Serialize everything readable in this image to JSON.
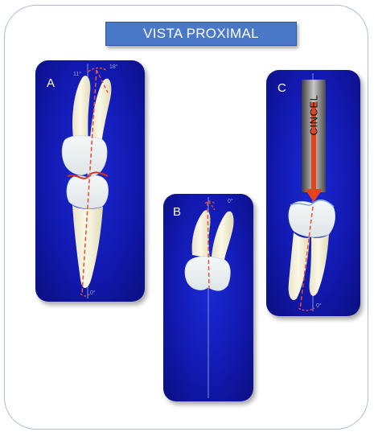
{
  "title": "VISTA PROXIMAL",
  "panels": {
    "a": {
      "label": "A",
      "angle_left": "11°",
      "angle_right": "18°",
      "angle_bottom": "0°"
    },
    "b": {
      "label": "B",
      "angle_top": "0°"
    },
    "c": {
      "label": "C",
      "chisel_label": "CINCEL",
      "angle_bottom": "0°"
    }
  },
  "colors": {
    "panel_blue": "#1219b0",
    "title_blue": "#4a78c9",
    "tooth": "#f6f2dc",
    "axis_dash": "#e8523a",
    "arrow": "#e8421c"
  }
}
